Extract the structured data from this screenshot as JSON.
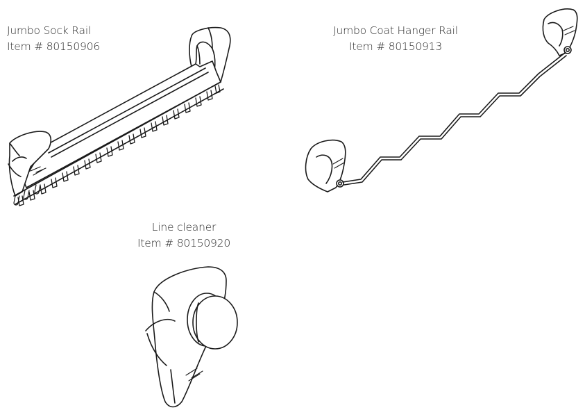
{
  "products": {
    "sock_rail": {
      "name": "Jumbo Sock Rail",
      "item": "Item # 80150906"
    },
    "coat_rail": {
      "name": "Jumbo Coat Hanger Rail",
      "item": "Item # 80150913"
    },
    "line_cleaner": {
      "name": "Line cleaner",
      "item": "Item # 80150920"
    }
  },
  "colors": {
    "line": "#1a1a1a",
    "background": "#ffffff"
  }
}
